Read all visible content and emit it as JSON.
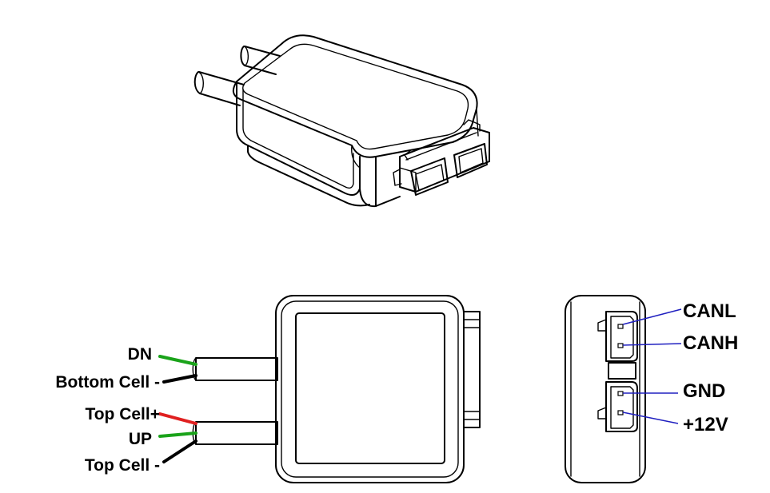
{
  "wire_labels": {
    "dn": "DN",
    "bottom_cell_neg": "Bottom Cell -",
    "top_cell_pos": "Top Cell+",
    "up": "UP",
    "top_cell_neg": "Top Cell -"
  },
  "pin_labels": {
    "canl": "CANL",
    "canh": "CANH",
    "gnd": "GND",
    "plus12v": "+12V"
  },
  "colors": {
    "wire_green": "#1aa31a",
    "wire_red": "#e02020",
    "wire_black": "#000000",
    "pin_leader_blue": "#2020c0",
    "pin_label_blue": "#1a2a8a",
    "outline": "#000000"
  }
}
